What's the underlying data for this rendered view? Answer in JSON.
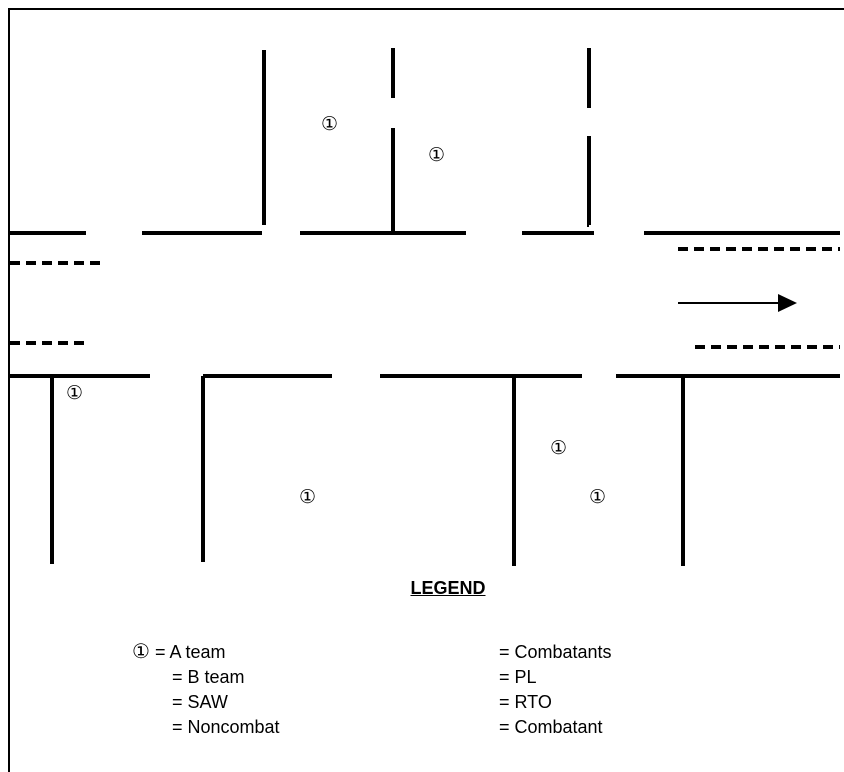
{
  "markers": [
    {
      "id": "m1",
      "symbol": "①",
      "team": "A team"
    },
    {
      "id": "m2",
      "symbol": "①",
      "team": "A team"
    },
    {
      "id": "m3",
      "symbol": "①",
      "team": "A team"
    },
    {
      "id": "m4",
      "symbol": "①",
      "team": "A team"
    },
    {
      "id": "m5",
      "symbol": "①",
      "team": "A team"
    },
    {
      "id": "m6",
      "symbol": "①",
      "team": "A team"
    }
  ],
  "legend": {
    "title": "LEGEND",
    "a_team_symbol": "①",
    "items": {
      "a_team": "= A team",
      "b_team": "= B team",
      "saw": "= SAW",
      "noncombat": "= Noncombat",
      "combatants": "= Combatants",
      "pl": "= PL",
      "rto": "= RTO",
      "combatant": "= Combatant"
    }
  },
  "colors": {
    "line": "#000000",
    "background": "#ffffff"
  },
  "icons": {
    "direction_arrow": "arrow-right-icon"
  }
}
